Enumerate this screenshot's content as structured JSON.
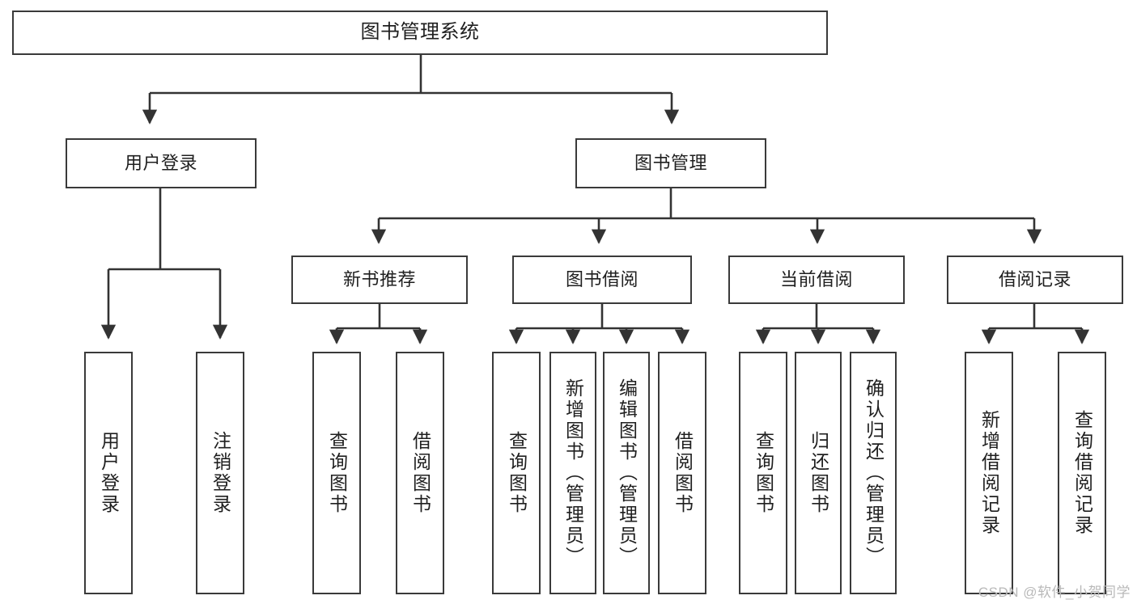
{
  "diagram": {
    "title": "图书管理系统",
    "type": "tree-hierarchy-diagram",
    "colors": {
      "box_border": "#3a3a3a",
      "box_fill": "#ffffff",
      "connector": "#333333",
      "text": "#1f1f1f",
      "watermark": "#b9b9b9"
    },
    "root": {
      "label": "图书管理系统"
    },
    "level2": [
      {
        "label": "用户登录"
      },
      {
        "label": "图书管理"
      }
    ],
    "level3": [
      {
        "label": "新书推荐"
      },
      {
        "label": "图书借阅"
      },
      {
        "label": "当前借阅"
      },
      {
        "label": "借阅记录"
      }
    ],
    "leaves": {
      "user_login": [
        {
          "label": "用户登录"
        },
        {
          "label": "注销登录"
        }
      ],
      "new_book_recommend": [
        {
          "label": "查询图书"
        },
        {
          "label": "借阅图书"
        }
      ],
      "book_borrow": [
        {
          "label": "查询图书"
        },
        {
          "label": "新增图书（管理员）"
        },
        {
          "label": "编辑图书（管理员）"
        },
        {
          "label": "借阅图书"
        }
      ],
      "current_borrow": [
        {
          "label": "查询图书"
        },
        {
          "label": "归还图书"
        },
        {
          "label": "确认归还（管理员）"
        }
      ],
      "borrow_record": [
        {
          "label": "新增借阅记录"
        },
        {
          "label": "查询借阅记录"
        }
      ]
    }
  },
  "watermark": {
    "text": "CSDN @软件_小贺同学"
  }
}
